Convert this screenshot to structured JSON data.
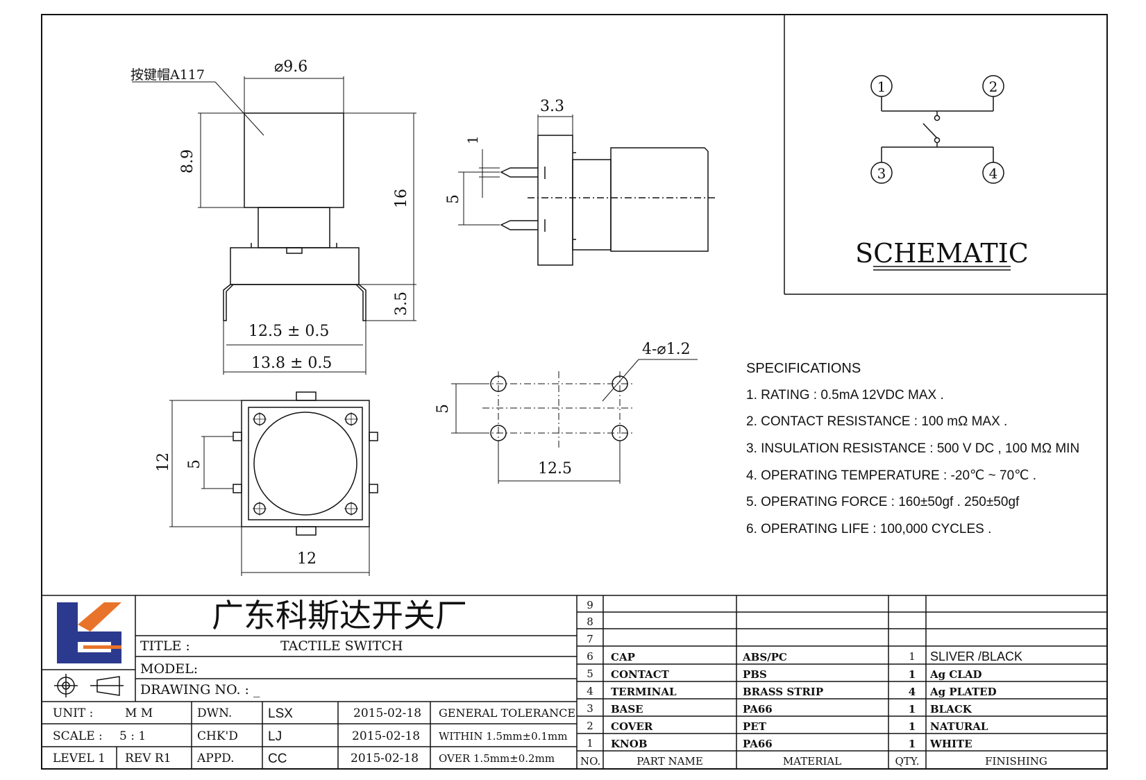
{
  "drawing": {
    "callout": "按键帽A117",
    "dims": {
      "cap_dia": "⌀9.6",
      "cap_height": "8.9",
      "total_height": "16",
      "pin_length": "3.5",
      "pin_span_inner": "12.5 ± 0.5",
      "pin_span_outer": "13.8 ± 0.5",
      "side_width": "3.3",
      "side_pin_dim": "1",
      "side_pin_pitch": "5",
      "hole_dia": "4-⌀1.2",
      "hole_pitch_y": "5",
      "hole_pitch_x": "12.5",
      "body_height": "12",
      "body_pin_pitch": "5",
      "body_width": "12"
    }
  },
  "schematic": {
    "pins": [
      "1",
      "2",
      "3",
      "4"
    ],
    "title": "SCHEMATIC"
  },
  "specifications": {
    "title": "SPECIFICATIONS",
    "items": [
      "1. RATING : 0.5mA 12VDC MAX .",
      "2. CONTACT RESISTANCE : 100 mΩ MAX .",
      "3. INSULATION RESISTANCE : 500 V DC , 100 MΩ MIN",
      "4. OPERATING TEMPERATURE : -20℃ ~ 70℃ .",
      "5. OPERATING FORCE : 160±50gf . 250±50gf",
      "6. OPERATING LIFE : 100,000 CYCLES ."
    ]
  },
  "title_block": {
    "company": "广东科斯达开关厂",
    "title_label": "TITLE :",
    "title_value": "TACTILE SWITCH",
    "model_label": "MODEL:",
    "drawing_no_label": "DRAWING NO. : _",
    "unit_label": "UNIT   :",
    "unit_value": "M M",
    "scale_label": "SCALE  :",
    "scale_value": "5 : 1",
    "level_label": "LEVEL 1",
    "rev_label": "REV  R1",
    "dwn_label": "DWN.",
    "dwn_value": "LSX",
    "dwn_date": "2015-02-18",
    "chk_label": "CHK'D",
    "chk_value": "LJ",
    "chk_date": "2015-02-18",
    "appd_label": "APPD.",
    "appd_value": "CC",
    "appd_date": "2015-02-18",
    "tol_title": "GENERAL TOLERANCE",
    "tol_within": "WITHIN 1.5mm±0.1mm",
    "tol_over": "OVER   1.5mm±0.2mm"
  },
  "bom": {
    "headers": {
      "no": "NO.",
      "part": "PART  NAME",
      "material": "MATERIAL",
      "qty": "QTY.",
      "finishing": "FINISHING"
    },
    "empty_rows": [
      "9",
      "8",
      "7"
    ],
    "rows": [
      {
        "no": "6",
        "part": "CAP",
        "material": "ABS/PC",
        "qty": "1",
        "finishing": "SLIVER /BLACK"
      },
      {
        "no": "5",
        "part": "CONTACT",
        "material": "PBS",
        "qty": "1",
        "finishing": "Ag CLAD"
      },
      {
        "no": "4",
        "part": "TERMINAL",
        "material": "BRASS STRIP",
        "qty": "4",
        "finishing": "Ag PLATED"
      },
      {
        "no": "3",
        "part": "BASE",
        "material": "PA66",
        "qty": "1",
        "finishing": "BLACK"
      },
      {
        "no": "2",
        "part": "COVER",
        "material": "PET",
        "qty": "1",
        "finishing": "NATURAL"
      },
      {
        "no": "1",
        "part": "KNOB",
        "material": "PA66",
        "qty": "1",
        "finishing": "WHITE"
      }
    ]
  },
  "colors": {
    "logo_blue": "#2b3a8f",
    "logo_orange": "#e8732a",
    "ink": "#111111"
  }
}
